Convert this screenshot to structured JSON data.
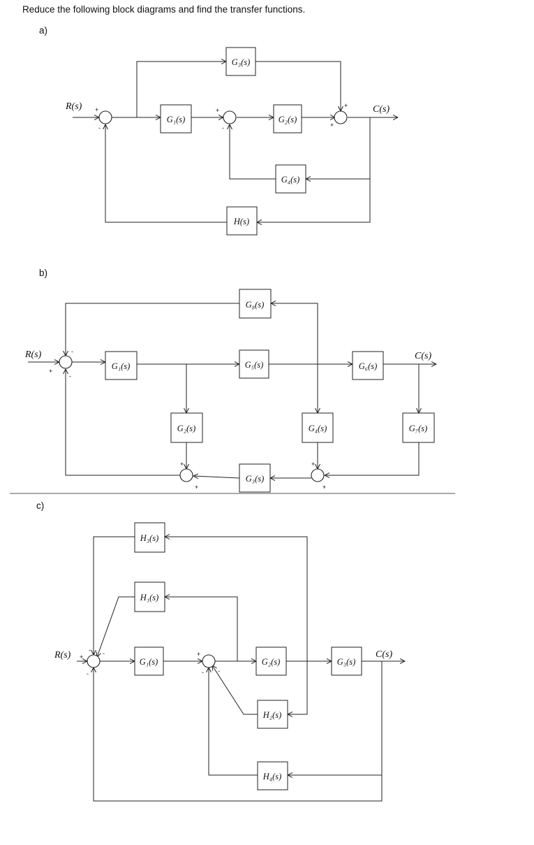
{
  "instruction": "Reduce the following block diagrams and find the transfer functions.",
  "parts": {
    "a": "a)",
    "b": "b)",
    "c": "c)"
  },
  "diagram_a": {
    "blocks": {
      "G1": "G₁(s)",
      "G2": "G₂(s)",
      "G3": "G₃(s)",
      "G4": "G₄(s)",
      "H": "H(s)"
    },
    "input": "R(s)",
    "output": "C(s)"
  },
  "diagram_b": {
    "blocks": {
      "G1": "G₁(s)",
      "G2": "G₂(s)",
      "G3": "G₃(s)",
      "G4": "G₄(s)",
      "G5": "G₅(s)",
      "G6": "G₆(s)",
      "G7": "G₇(s)",
      "G8": "G₈(s)"
    },
    "input": "R(s)",
    "output": "C(s)"
  },
  "diagram_c": {
    "blocks": {
      "G1": "G₁(s)",
      "G2": "G₂(s)",
      "G3": "G₃(s)",
      "H1": "H₁(s)",
      "H2": "H₂(s)",
      "H3": "H₃(s)",
      "H4": "H₄(s)"
    },
    "input": "R(s)",
    "output": "C(s)"
  },
  "signs": {
    "plus": "+",
    "minus": "-"
  }
}
